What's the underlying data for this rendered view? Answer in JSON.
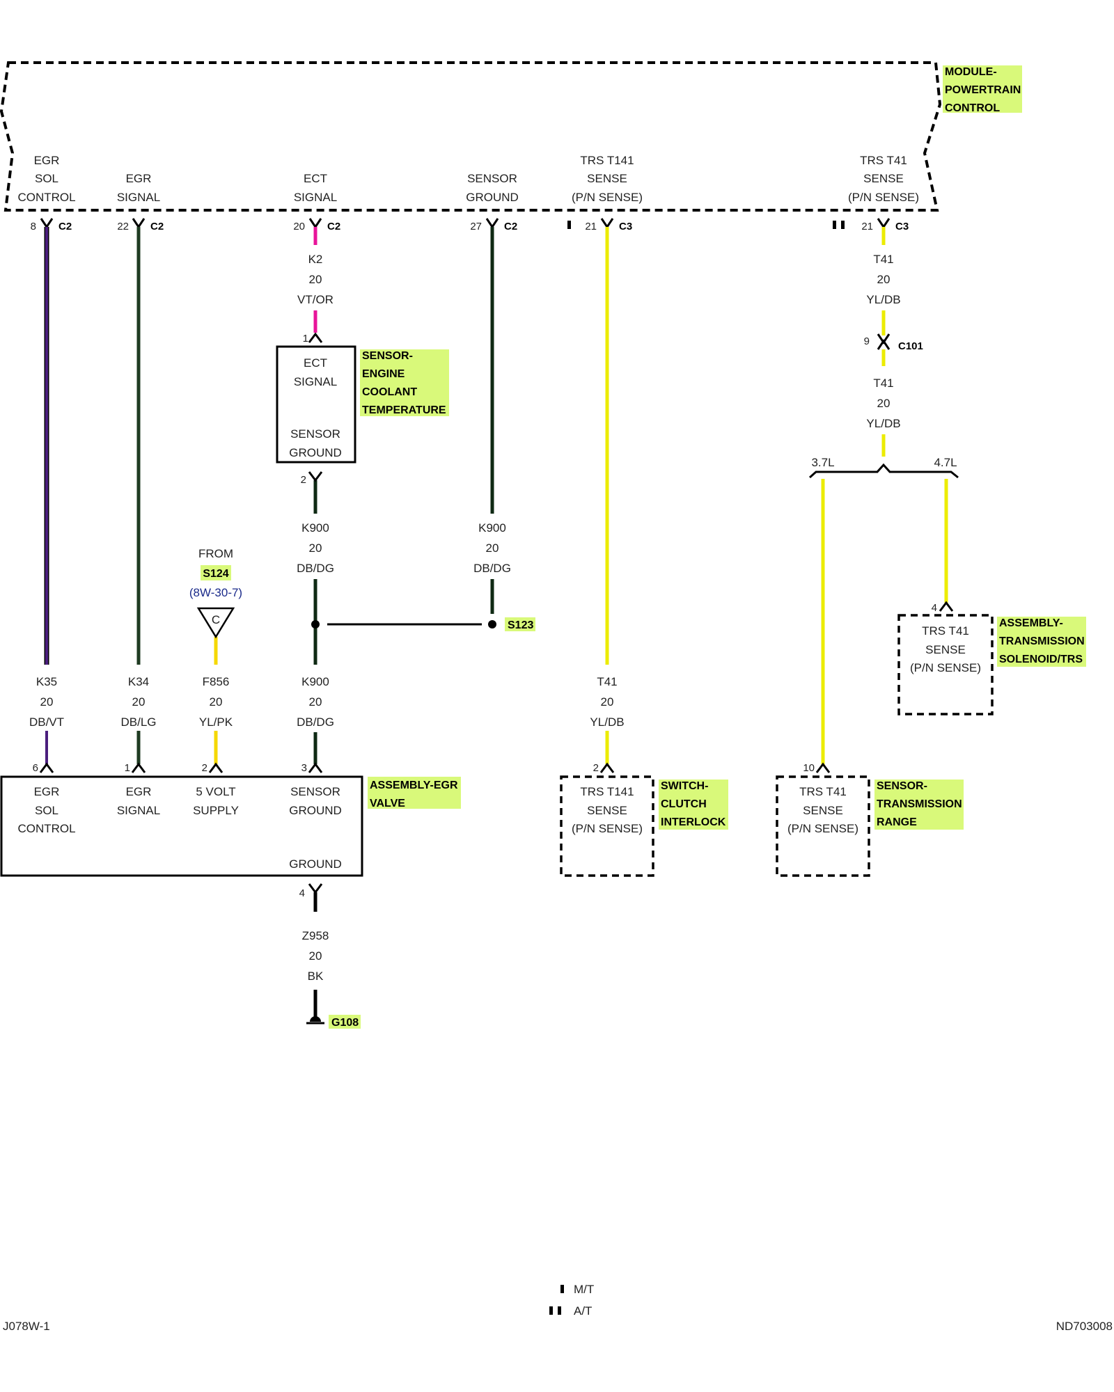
{
  "colors": {
    "highlight": "#d9f97a",
    "DB/VT": "#4b1e7d",
    "DB/LG": "#1f3b22",
    "VT/OR": "#e8149a",
    "DB/DG": "#0f2a14",
    "YL/DB": "#ecec00",
    "YL/PK": "#f5d800",
    "BK": "#000000"
  },
  "pcm": {
    "name": [
      "MODULE-",
      "POWERTRAIN",
      "CONTROL"
    ],
    "terminals": [
      {
        "lines": [
          "EGR",
          "SOL",
          "CONTROL"
        ],
        "pin": "8",
        "conn": "C2"
      },
      {
        "lines": [
          "EGR",
          "SIGNAL"
        ],
        "pin": "22",
        "conn": "C2"
      },
      {
        "lines": [
          "ECT",
          "SIGNAL"
        ],
        "pin": "20",
        "conn": "C2"
      },
      {
        "lines": [
          "SENSOR",
          "GROUND"
        ],
        "pin": "27",
        "conn": "C2"
      },
      {
        "lines": [
          "TRS T141",
          "SENSE",
          "(P/N SENSE)"
        ],
        "pin": "21",
        "conn": "C3"
      },
      {
        "lines": [
          "TRS T41",
          "SENSE",
          "(P/N SENSE)"
        ],
        "pin": "21",
        "conn": "C3"
      }
    ]
  },
  "wires": {
    "k2": [
      "K2",
      "20",
      "VT/OR"
    ],
    "t41_top": [
      "T41",
      "20",
      "YL/DB"
    ],
    "t41_mid": [
      "T41",
      "20",
      "YL/DB"
    ],
    "k900_a": [
      "K900",
      "20",
      "DB/DG"
    ],
    "k900_b": [
      "K900",
      "20",
      "DB/DG"
    ],
    "k35": [
      "K35",
      "20",
      "DB/VT"
    ],
    "k34": [
      "K34",
      "20",
      "DB/LG"
    ],
    "f856": [
      "F856",
      "20",
      "YL/PK"
    ],
    "k900_c": [
      "K900",
      "20",
      "DB/DG"
    ],
    "t41_clutch": [
      "T41",
      "20",
      "YL/DB"
    ],
    "z958": [
      "Z958",
      "20",
      "BK"
    ]
  },
  "ect_sensor": {
    "name": [
      "SENSOR-",
      "ENGINE",
      "COOLANT",
      "TEMPERATURE"
    ],
    "top": [
      "ECT",
      "SIGNAL"
    ],
    "bottom": [
      "SENSOR",
      "GROUND"
    ],
    "pin_top": "1",
    "pin_bottom": "2"
  },
  "c101": {
    "label": "C101",
    "pin": "9"
  },
  "branch": {
    "left": "3.7L",
    "right": "4.7L"
  },
  "from_source": {
    "from": "FROM",
    "splice": "S124",
    "ref": "(8W-30-7)",
    "symbol": "C"
  },
  "s123": "S123",
  "egr_valve": {
    "name": [
      "ASSEMBLY-EGR",
      "VALVE"
    ],
    "terminals": [
      {
        "lines": [
          "EGR",
          "SOL",
          "CONTROL"
        ],
        "pin": "6"
      },
      {
        "lines": [
          "EGR",
          "SIGNAL"
        ],
        "pin": "1"
      },
      {
        "lines": [
          "5 VOLT",
          "SUPPLY"
        ],
        "pin": "2"
      },
      {
        "lines": [
          "SENSOR",
          "GROUND"
        ],
        "pin": "3"
      }
    ],
    "ground": "GROUND",
    "ground_pin": "4"
  },
  "clutch_switch": {
    "name": [
      "SWITCH-",
      "CLUTCH",
      "INTERLOCK"
    ],
    "lines": [
      "TRS T141",
      "SENSE",
      "(P/N SENSE)"
    ],
    "pin": "2"
  },
  "tr_sensor": {
    "name": [
      "SENSOR-",
      "TRANSMISSION",
      "RANGE"
    ],
    "lines": [
      "TRS T41",
      "SENSE",
      "(P/N SENSE)"
    ],
    "pin": "10"
  },
  "solenoid": {
    "name": [
      "ASSEMBLY-",
      "TRANSMISSION",
      "SOLENOID/TRS"
    ],
    "lines": [
      "TRS T41",
      "SENSE",
      "(P/N SENSE)"
    ],
    "pin": "4"
  },
  "ground_point": "G108",
  "legend": {
    "mt": "M/T",
    "at": "A/T"
  },
  "footer": {
    "left": "J078W-1",
    "right": "ND703008"
  }
}
